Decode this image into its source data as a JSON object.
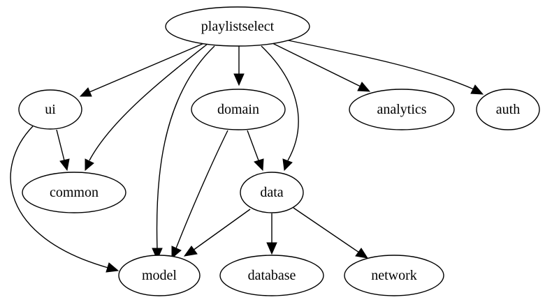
{
  "nodes": {
    "playlistselect": "playlistselect",
    "ui": "ui",
    "domain": "domain",
    "analytics": "analytics",
    "auth": "auth",
    "common": "common",
    "data": "data",
    "model": "model",
    "database": "database",
    "network": "network"
  },
  "edges": [
    {
      "from": "playlistselect",
      "to": "ui"
    },
    {
      "from": "playlistselect",
      "to": "common"
    },
    {
      "from": "playlistselect",
      "to": "model"
    },
    {
      "from": "playlistselect",
      "to": "domain"
    },
    {
      "from": "playlistselect",
      "to": "data"
    },
    {
      "from": "playlistselect",
      "to": "analytics"
    },
    {
      "from": "playlistselect",
      "to": "auth"
    },
    {
      "from": "ui",
      "to": "common"
    },
    {
      "from": "ui",
      "to": "model"
    },
    {
      "from": "domain",
      "to": "model"
    },
    {
      "from": "domain",
      "to": "data"
    },
    {
      "from": "data",
      "to": "model"
    },
    {
      "from": "data",
      "to": "database"
    },
    {
      "from": "data",
      "to": "network"
    }
  ]
}
